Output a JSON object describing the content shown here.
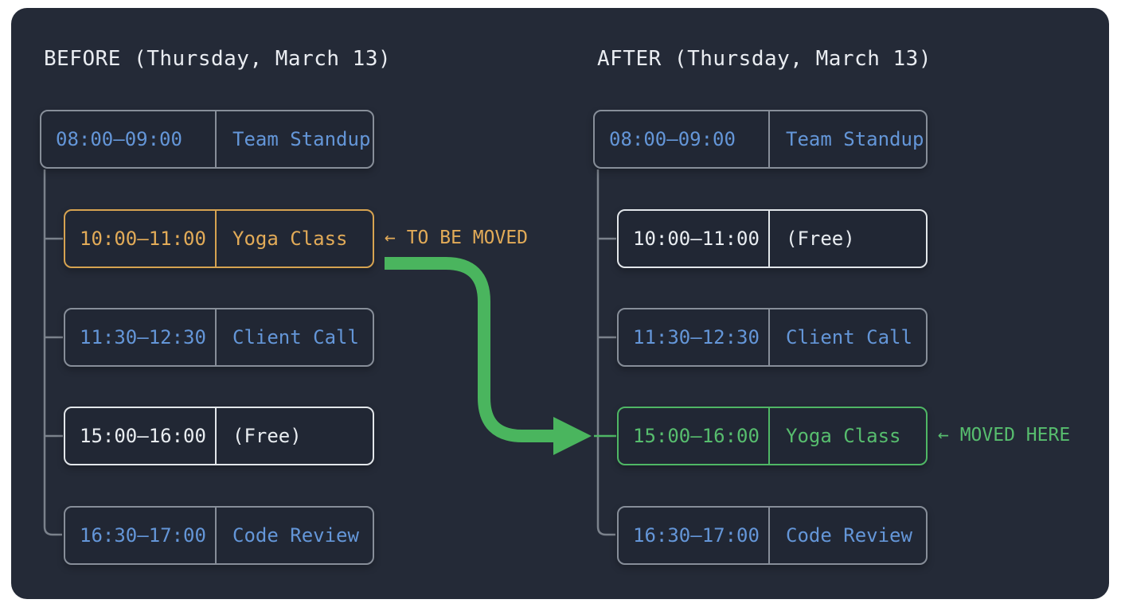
{
  "before": {
    "title": "BEFORE (Thursday, March 13)",
    "annotation": "← TO BE MOVED",
    "slots": [
      {
        "time": "08:00–09:00",
        "title": "Team Standup",
        "highlight": "none"
      },
      {
        "time": "10:00–11:00",
        "title": "Yoga Class",
        "highlight": "orange-to-be-moved"
      },
      {
        "time": "11:30–12:30",
        "title": "Client Call",
        "highlight": "none"
      },
      {
        "time": "15:00–16:00",
        "title": "(Free)",
        "highlight": "white-free"
      },
      {
        "time": "16:30–17:00",
        "title": "Code Review",
        "highlight": "none"
      }
    ]
  },
  "after": {
    "title": "AFTER (Thursday, March 13)",
    "annotation": "← MOVED HERE",
    "slots": [
      {
        "time": "08:00–09:00",
        "title": "Team Standup",
        "highlight": "none"
      },
      {
        "time": "10:00–11:00",
        "title": "(Free)",
        "highlight": "white-free"
      },
      {
        "time": "11:30–12:30",
        "title": "Client Call",
        "highlight": "none"
      },
      {
        "time": "15:00–16:00",
        "title": "Yoga Class",
        "highlight": "green-moved"
      },
      {
        "time": "16:30–17:00",
        "title": "Code Review",
        "highlight": "none"
      }
    ]
  },
  "colors": {
    "panel_background": "#242a37",
    "page_background": "#ffffff",
    "event_blue": "#6496d8",
    "box_border_gray": "#878e99",
    "connector_gray": "#7b828c",
    "highlight_orange": "#e2ab58",
    "highlight_white": "#e9edf1",
    "highlight_green": "#57bd6e",
    "arrow_green": "#4ab55e"
  }
}
